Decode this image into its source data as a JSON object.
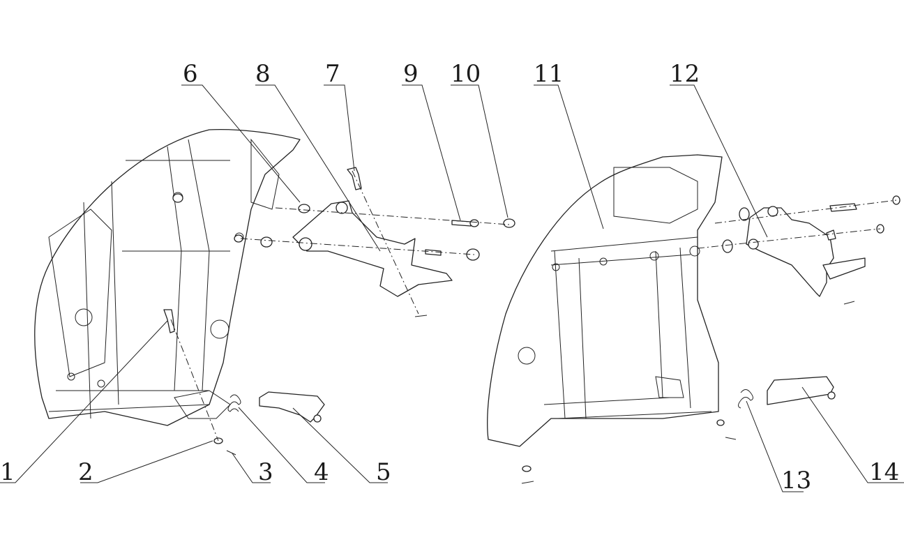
{
  "callouts": [
    {
      "id": "1",
      "label": "1"
    },
    {
      "id": "2",
      "label": "2"
    },
    {
      "id": "3",
      "label": "3"
    },
    {
      "id": "4",
      "label": "4"
    },
    {
      "id": "5",
      "label": "5"
    },
    {
      "id": "6",
      "label": "6"
    },
    {
      "id": "7",
      "label": "7"
    },
    {
      "id": "8",
      "label": "8"
    },
    {
      "id": "9",
      "label": "9"
    },
    {
      "id": "10",
      "label": "10"
    },
    {
      "id": "11",
      "label": "11"
    },
    {
      "id": "12",
      "label": "12"
    },
    {
      "id": "13",
      "label": "13"
    },
    {
      "id": "14",
      "label": "14"
    }
  ],
  "colors": {
    "line": "#222222",
    "background": "#ffffff"
  }
}
